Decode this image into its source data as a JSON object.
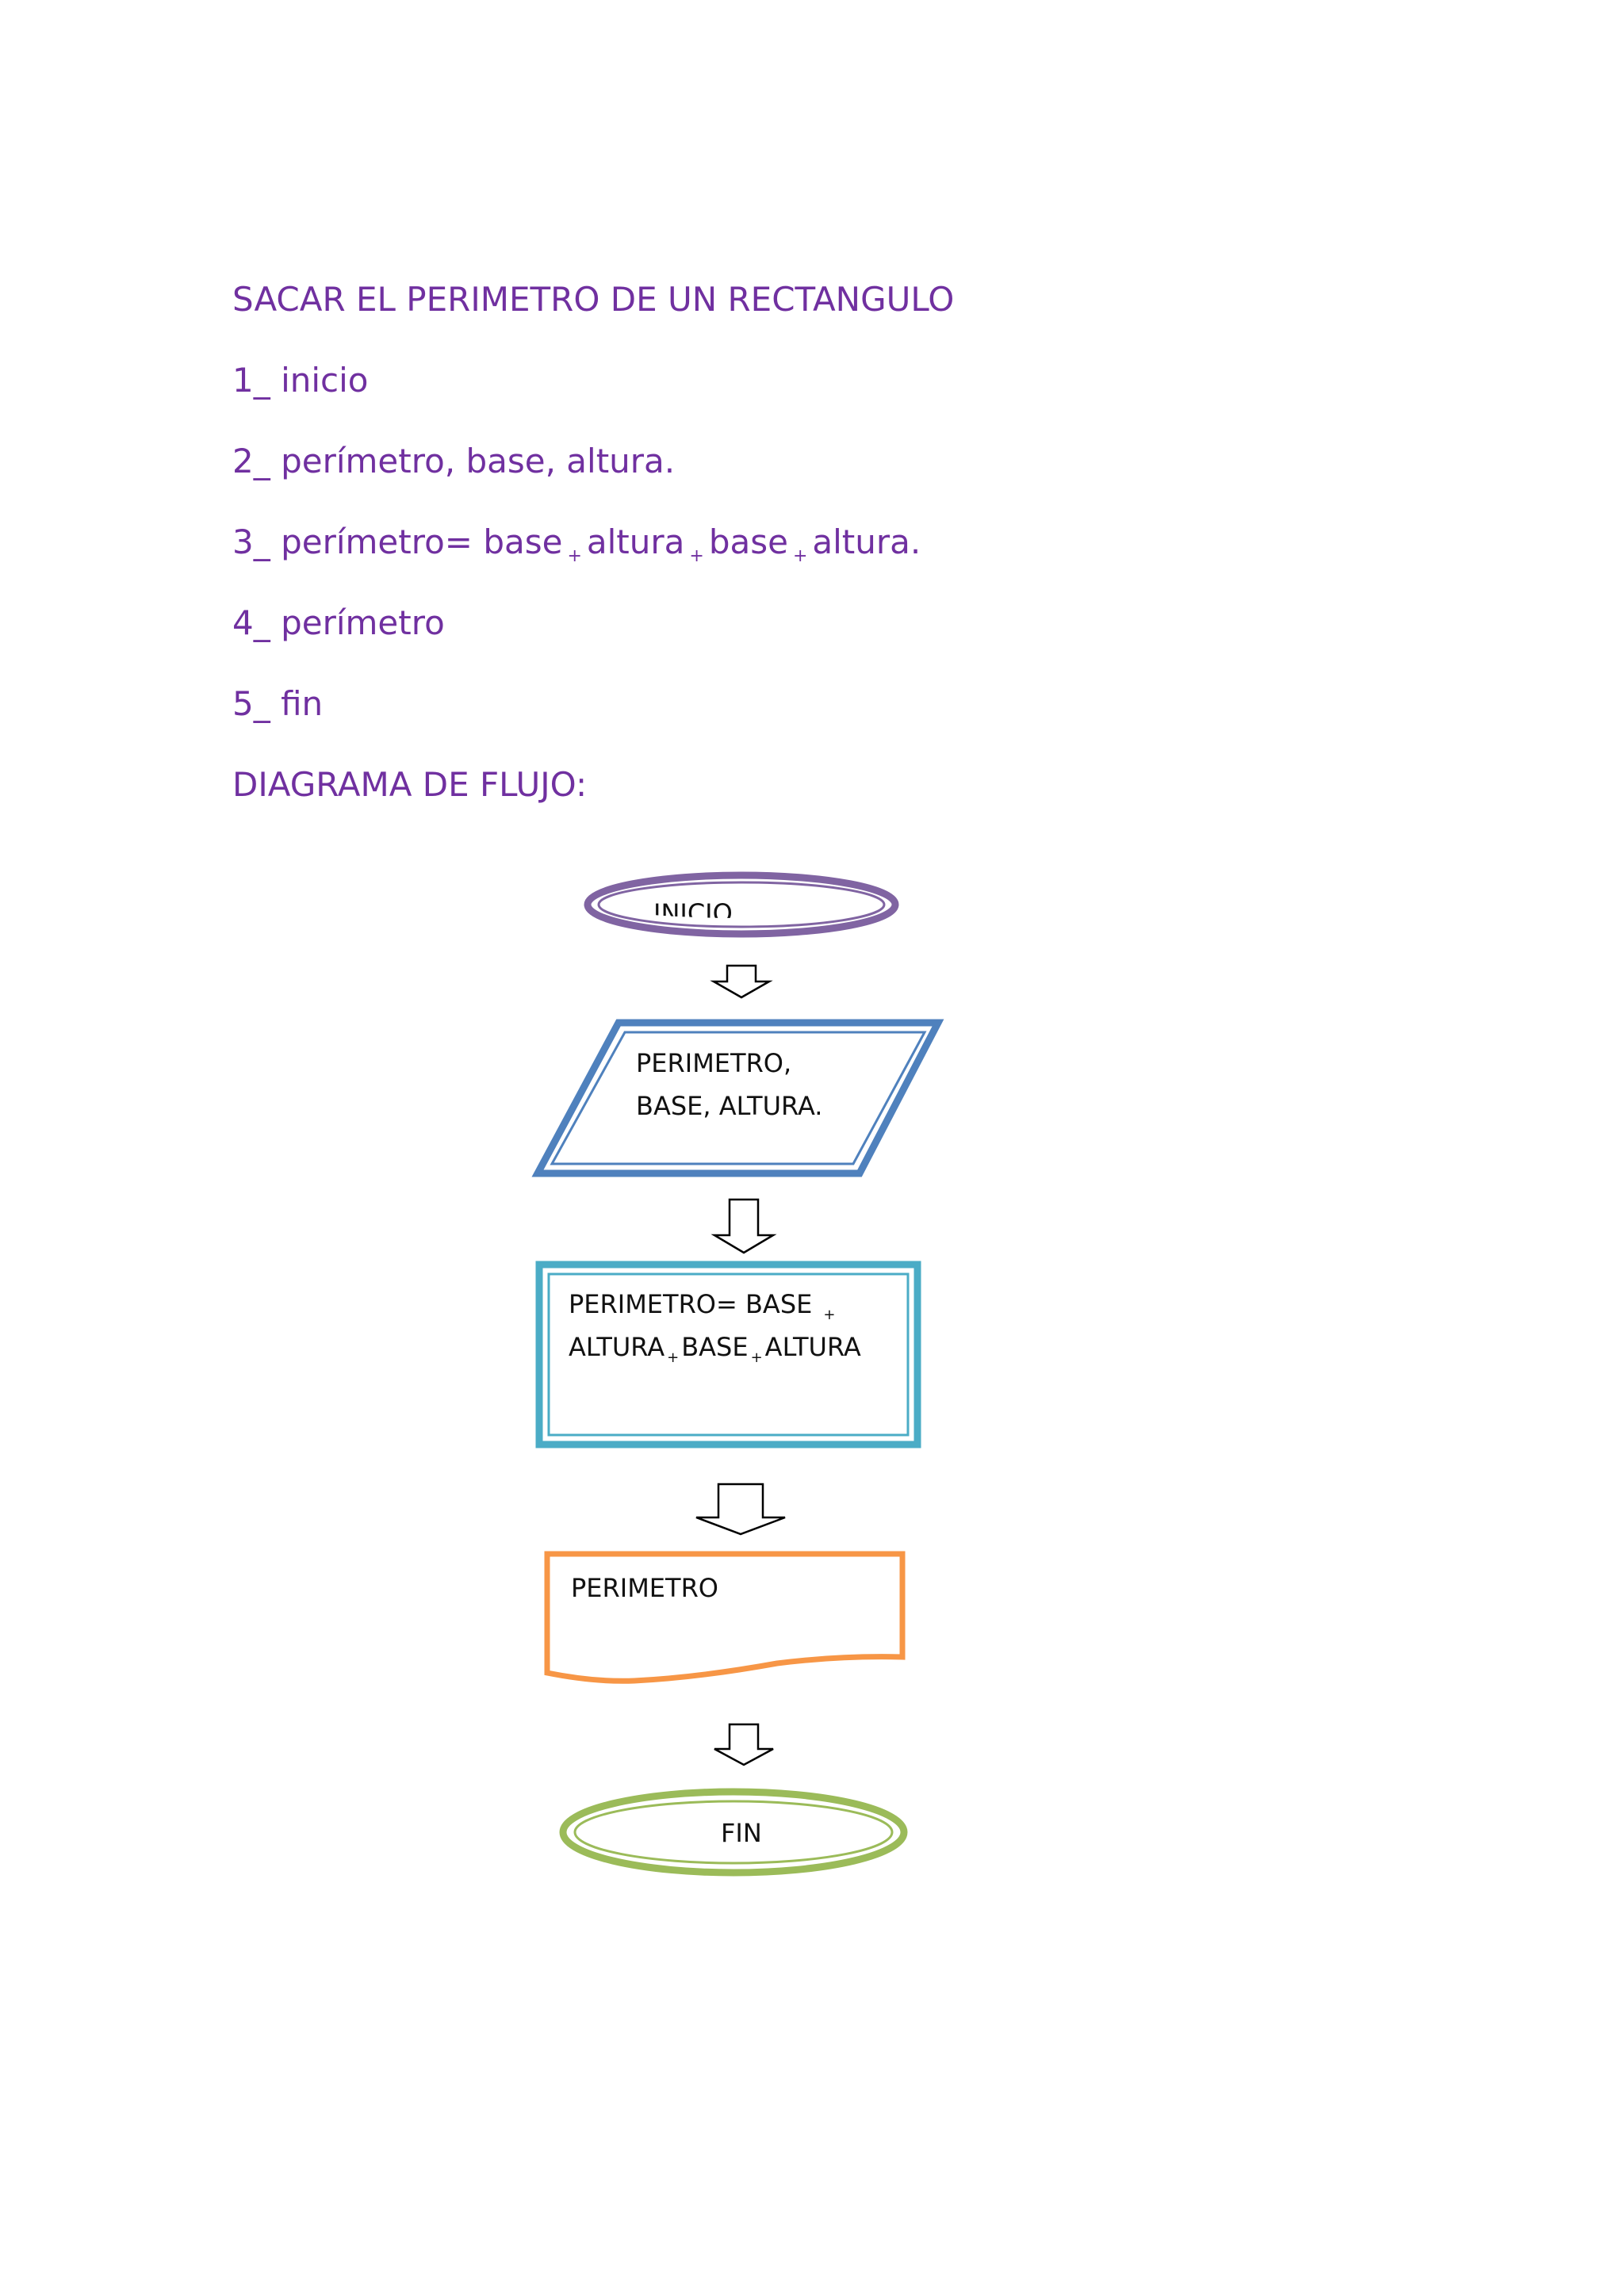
{
  "document": {
    "title": "SACAR EL PERIMETRO DE UN RECTANGULO",
    "steps": [
      "1_ inicio",
      "2_ perímetro, base, altura.",
      "3_ perímetro= base",
      "altura",
      "base",
      "altura.",
      "4_ perímetro",
      "5_ fin"
    ],
    "plus_sign": "+",
    "diagram_heading": "DIAGRAMA DE FLUJO:"
  },
  "flowchart": {
    "start_label": "INICIO",
    "input_line1": "PERIMETRO,",
    "input_line2": "BASE, ALTURA.",
    "process_line1": "PERIMETRO= BASE",
    "process_line2a": "ALTURA",
    "process_line2b": "BASE",
    "process_line2c": "ALTURA",
    "output_label": "PERIMETRO",
    "end_label": "FIN"
  },
  "colors": {
    "text_purple": "#7030a0",
    "start_border": "#8064a2",
    "input_border": "#4f81bd",
    "process_border": "#4bacc6",
    "output_border": "#f79646",
    "end_border": "#9bbb59"
  }
}
